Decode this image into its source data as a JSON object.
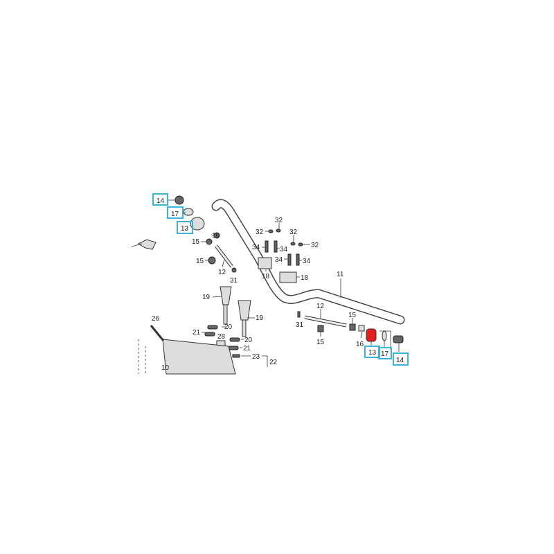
{
  "diagram": {
    "title_labels": {
      "handlebar": "11",
      "weight_shaft": "12",
      "weight_outer": "13",
      "end_screw": "14",
      "rubber": "15",
      "collar": "16",
      "washer": "17",
      "holder_upper": "18",
      "holder_lower": "19",
      "cushion_a": "20",
      "cushion_b": "21",
      "bridge": "22",
      "washer_23": "23",
      "bolt_26": "26",
      "part_28": "28",
      "pin_31": "31",
      "cap_32": "32",
      "bolt_34": "34",
      "bracket_10": "10"
    },
    "highlight_color": "#3ab4dc",
    "highlight_part_color": "#e02020"
  }
}
